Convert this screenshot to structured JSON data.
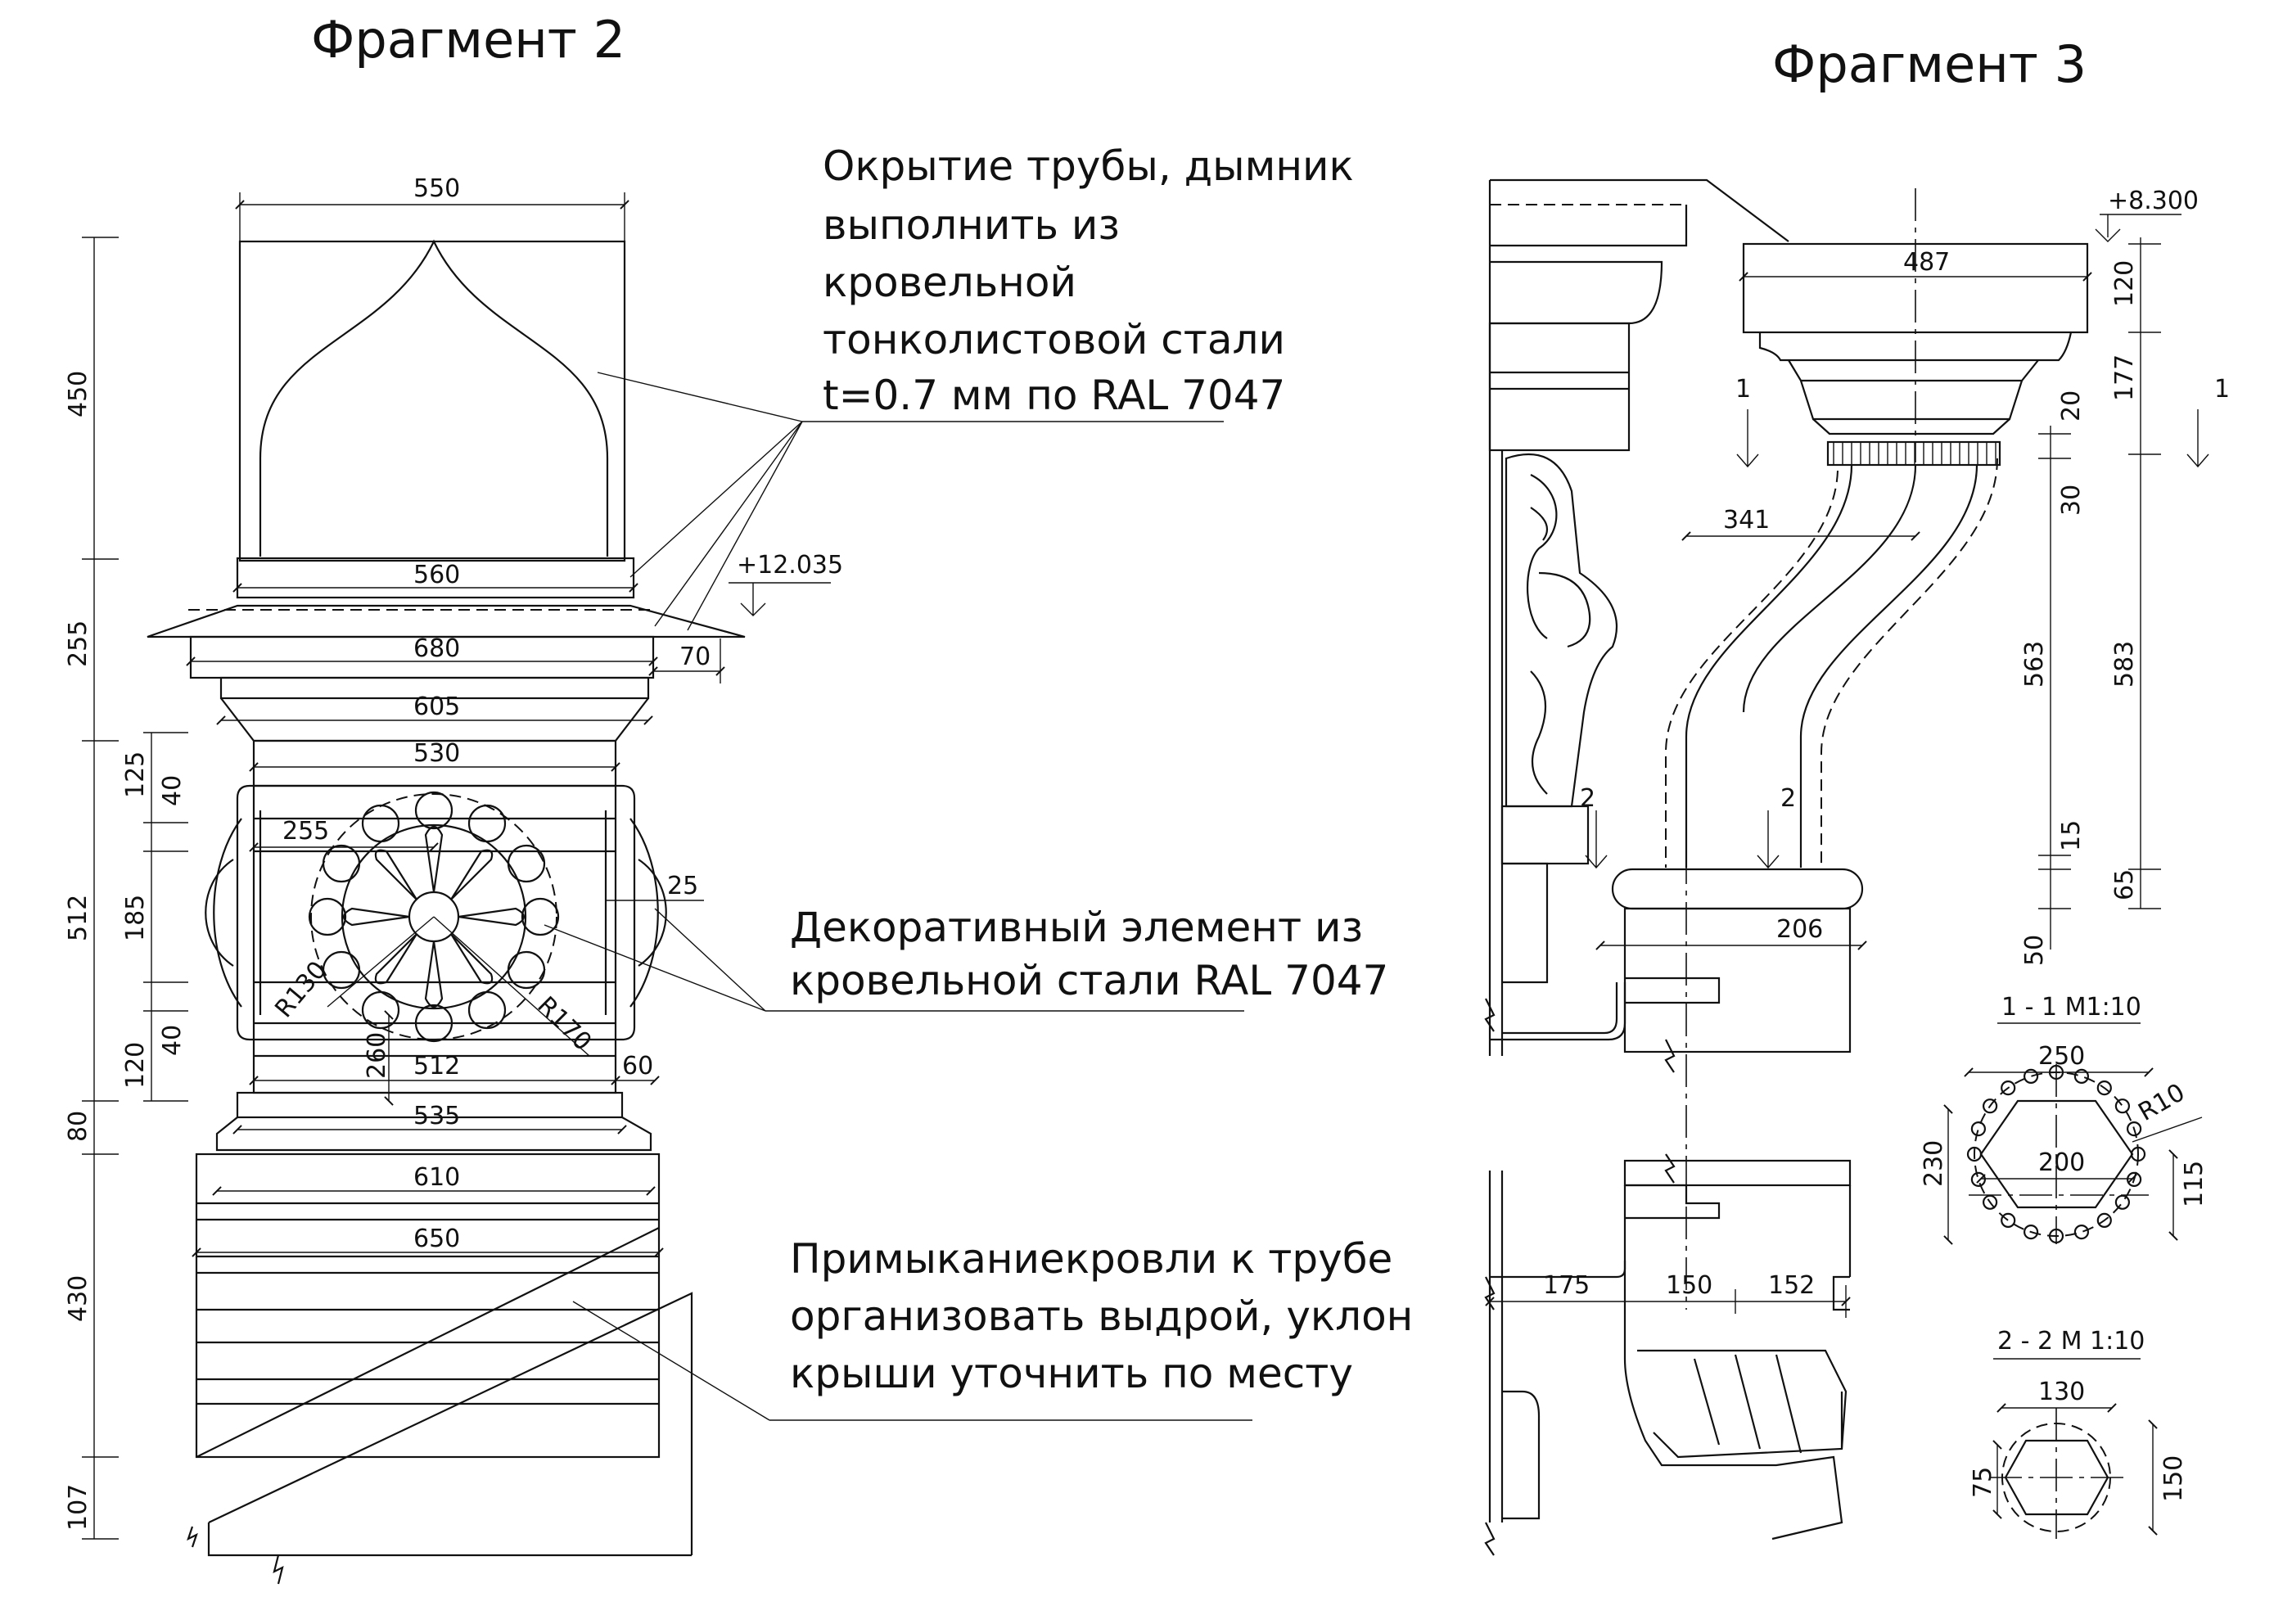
{
  "titles": {
    "f2": "Фрагмент 2",
    "f3": "Фрагмент 3"
  },
  "notes": {
    "roof": [
      "Окрытие трубы, дымник",
      "выполнить из",
      "кровельной",
      "тонколистовой стали",
      "t=0.7 мм по RAL 7047"
    ],
    "decor": [
      "Декоративный элемент из",
      "кровельной стали RAL 7047"
    ],
    "adjoin": [
      "Примыканиекровли к трубе",
      "организовать выдрой, уклон",
      "крыши уточнить по месту"
    ]
  },
  "f2": {
    "widths": {
      "w550": "550",
      "w560": "560",
      "w680": "680",
      "w70": "70",
      "w605": "605",
      "w530": "530",
      "w255": "255",
      "w25": "25",
      "w512": "512",
      "w60": "60",
      "w535": "535",
      "w610": "610",
      "w650": "650",
      "h260": "260"
    },
    "heights": {
      "h450": "450",
      "h255": "255",
      "h512": "512",
      "h80": "80",
      "h430": "430",
      "h107": "107",
      "h125": "125",
      "h40a": "40",
      "h185": "185",
      "h40b": "40",
      "h120": "120"
    },
    "radii": {
      "r130": "R130",
      "r170": "R170"
    },
    "level": "+12.035"
  },
  "f3": {
    "level": "+8.300",
    "dims": {
      "d487": "487",
      "d120": "120",
      "d177": "177",
      "d20": "20",
      "d30": "30",
      "d583": "583",
      "d563": "563",
      "d15": "15",
      "d65": "65",
      "d50": "50",
      "d341": "341",
      "d206": "206",
      "d175": "175",
      "d150": "150",
      "d152": "152"
    },
    "cuts": {
      "c1": "1",
      "c2": "2"
    },
    "s11": {
      "title": "1 - 1 M1:10",
      "w250": "250",
      "w200": "200",
      "h230": "230",
      "h115": "115",
      "r10": "R10"
    },
    "s22": {
      "title": "2 - 2 M 1:10",
      "w130": "130",
      "h150": "150",
      "h75": "75"
    }
  }
}
